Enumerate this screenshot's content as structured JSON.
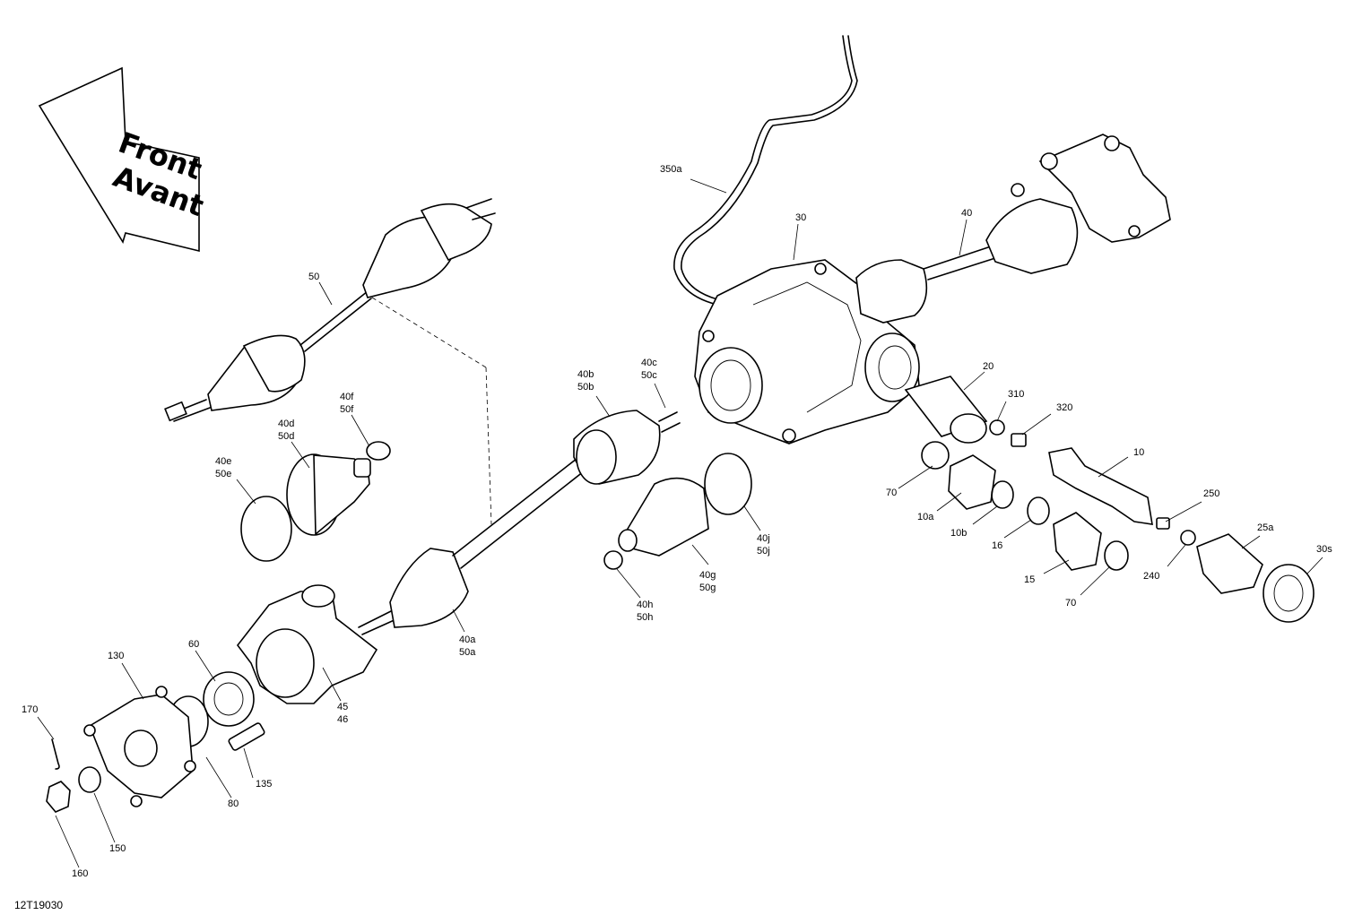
{
  "diagram": {
    "drawing_code": "12T19030",
    "direction_arrow": {
      "line1": "Front",
      "line2": "Avant"
    },
    "callouts": [
      {
        "id": "c50",
        "text": "50"
      },
      {
        "id": "c40",
        "text": "40"
      },
      {
        "id": "c30",
        "text": "30"
      },
      {
        "id": "c350a",
        "text": "350a"
      },
      {
        "id": "c20",
        "text": "20"
      },
      {
        "id": "c310",
        "text": "310"
      },
      {
        "id": "c320",
        "text": "320"
      },
      {
        "id": "c10",
        "text": "10"
      },
      {
        "id": "c70a",
        "text": "70"
      },
      {
        "id": "c10a",
        "text": "10a"
      },
      {
        "id": "c10b",
        "text": "10b"
      },
      {
        "id": "c16",
        "text": "16"
      },
      {
        "id": "c15",
        "text": "15"
      },
      {
        "id": "c70b",
        "text": "70"
      },
      {
        "id": "c250",
        "text": "250"
      },
      {
        "id": "c25a",
        "text": "25a"
      },
      {
        "id": "c240",
        "text": "240"
      },
      {
        "id": "c30s",
        "text": "30s"
      },
      {
        "id": "c40b",
        "text": "40b"
      },
      {
        "id": "c50b",
        "text": "50b"
      },
      {
        "id": "c40c",
        "text": "40c"
      },
      {
        "id": "c50c",
        "text": "50c"
      },
      {
        "id": "c40f",
        "text": "40f"
      },
      {
        "id": "c50f",
        "text": "50f"
      },
      {
        "id": "c40d",
        "text": "40d"
      },
      {
        "id": "c50d",
        "text": "50d"
      },
      {
        "id": "c40e",
        "text": "40e"
      },
      {
        "id": "c50e",
        "text": "50e"
      },
      {
        "id": "c40j",
        "text": "40j"
      },
      {
        "id": "c50j",
        "text": "50j"
      },
      {
        "id": "c40g",
        "text": "40g"
      },
      {
        "id": "c50g",
        "text": "50g"
      },
      {
        "id": "c40h",
        "text": "40h"
      },
      {
        "id": "c50h",
        "text": "50h"
      },
      {
        "id": "c40a",
        "text": "40a"
      },
      {
        "id": "c50a",
        "text": "50a"
      },
      {
        "id": "c45",
        "text": "45"
      },
      {
        "id": "c46",
        "text": "46"
      },
      {
        "id": "c60",
        "text": "60"
      },
      {
        "id": "c130",
        "text": "130"
      },
      {
        "id": "c170",
        "text": "170"
      },
      {
        "id": "c135",
        "text": "135"
      },
      {
        "id": "c80",
        "text": "80"
      },
      {
        "id": "c150",
        "text": "150"
      },
      {
        "id": "c160",
        "text": "160"
      }
    ]
  }
}
